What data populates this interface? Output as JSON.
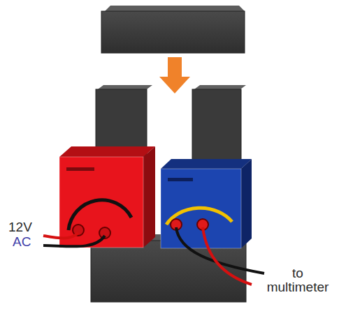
{
  "diagram": {
    "labels": [
      "12V",
      "AC",
      "to multimeter"
    ]
  }
}
